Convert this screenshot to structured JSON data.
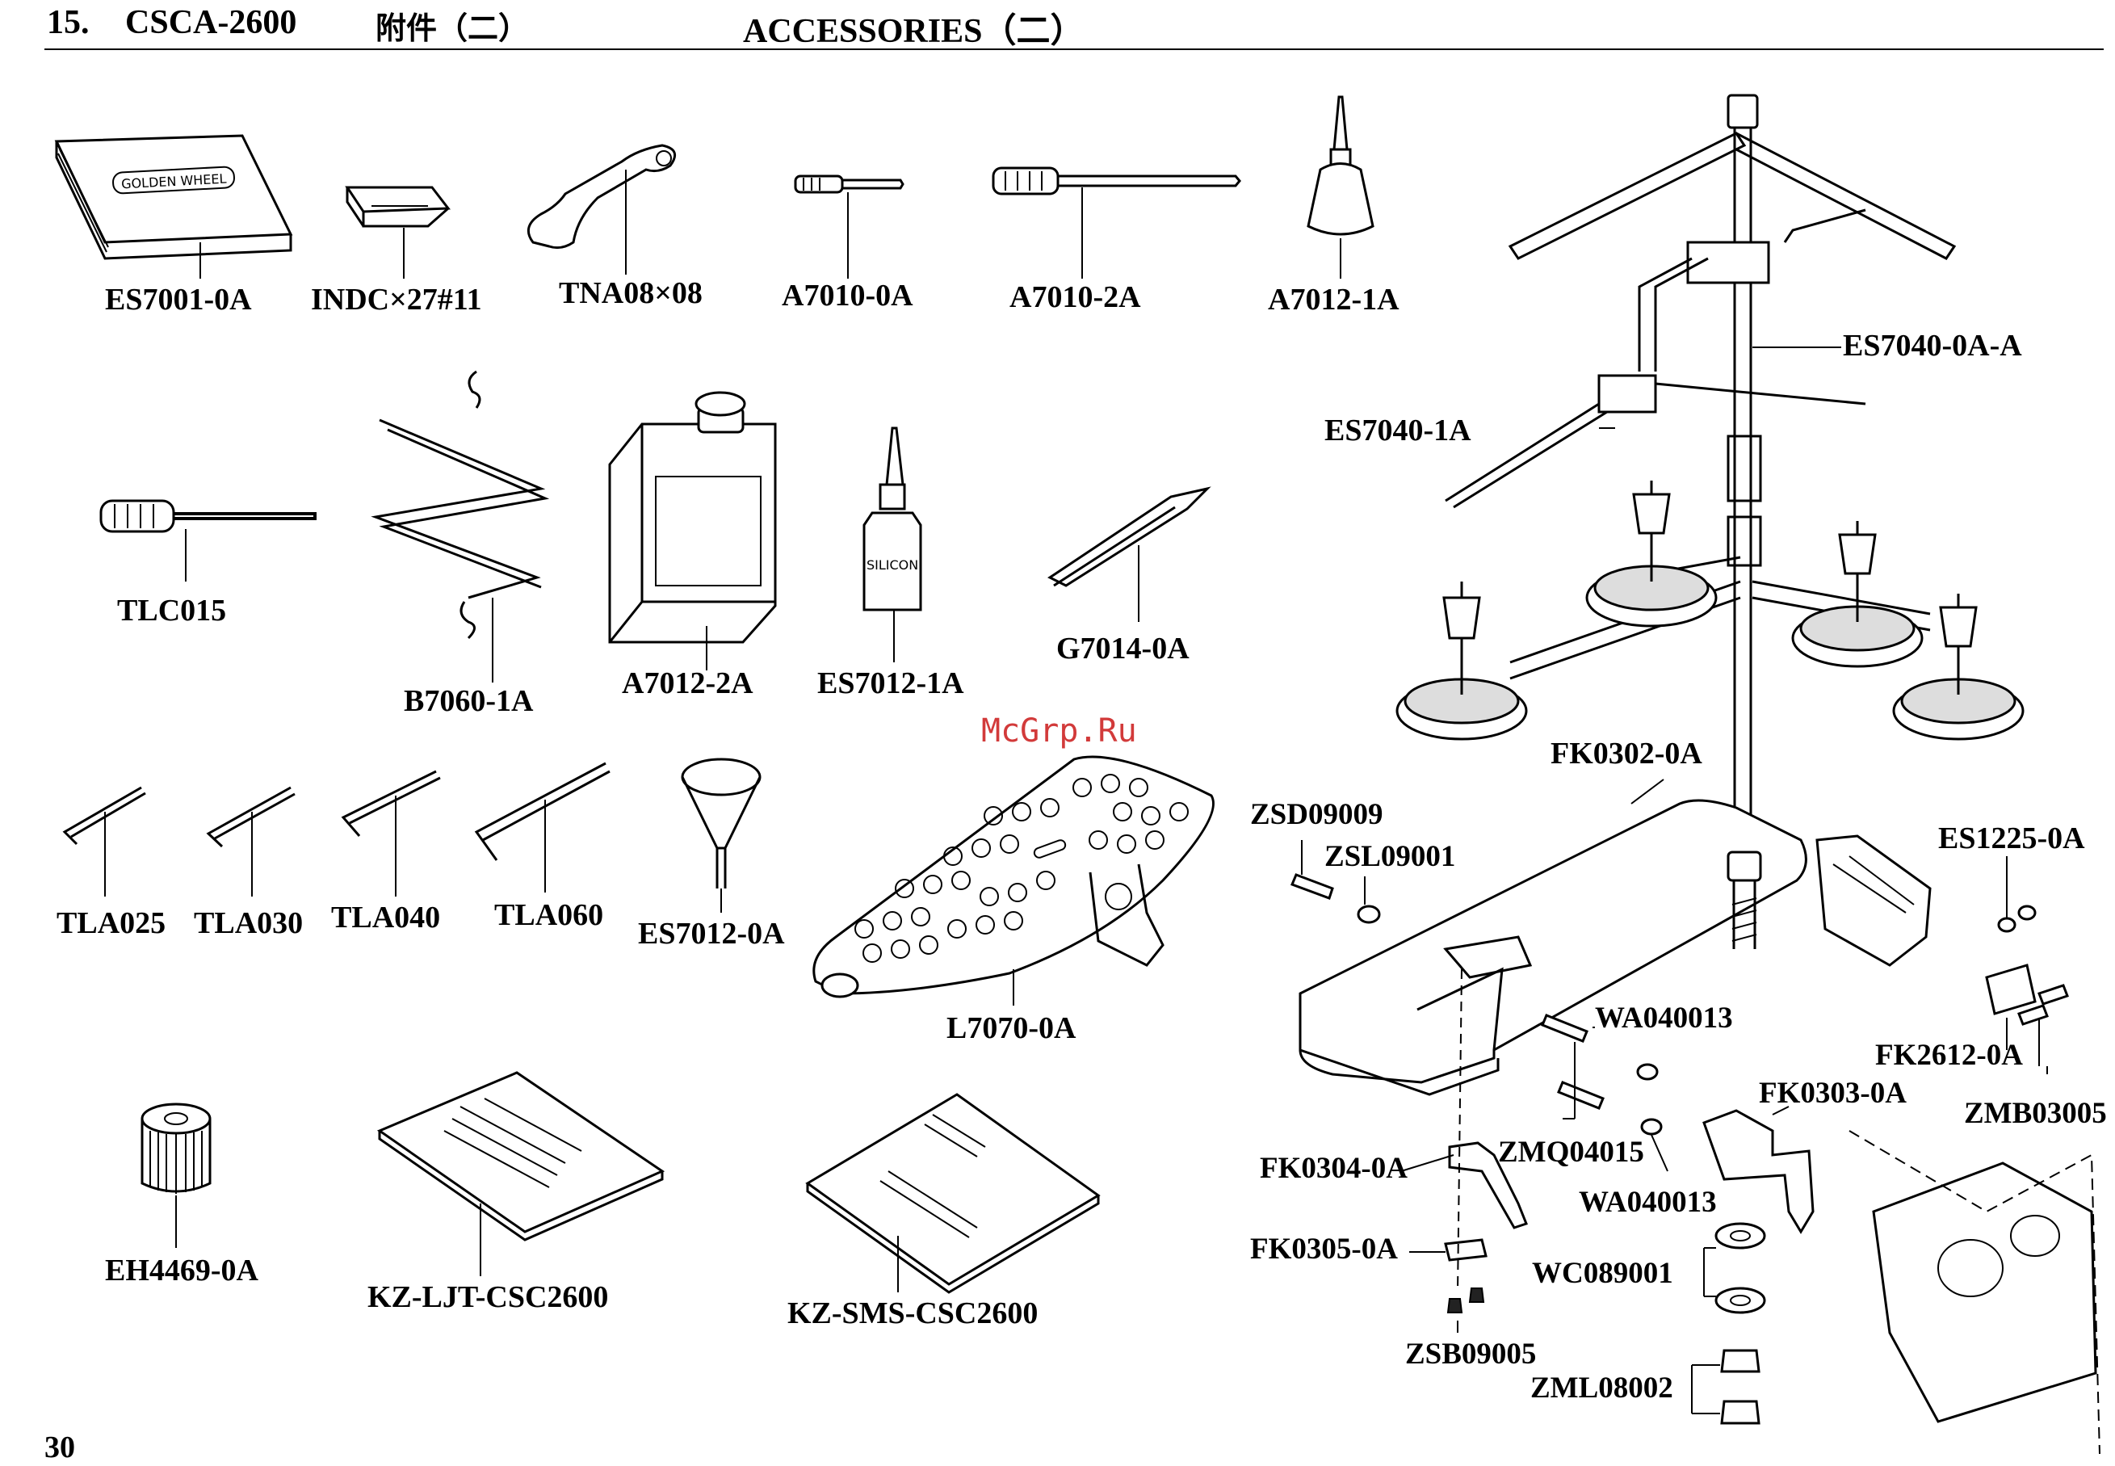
{
  "header": {
    "section": "15.",
    "model": "CSCA-2600",
    "title_cn": "附件（二）",
    "title_en": "ACCESSORIES（二）"
  },
  "watermark": "McGrp.Ru",
  "page_number": "30",
  "parts": {
    "manual_box": "ES7001-0A",
    "needle_case": "INDC×27#11",
    "wrench": "TNA08×08",
    "screwdriver_small": "A7010-0A",
    "screwdriver_large": "A7010-2A",
    "oiler_bottle": "A7012-1A",
    "thread_stand": "ES7040-0A-A",
    "thread_stand_arm": "ES7040-1A",
    "hex_driver": "TLC015",
    "spring": "B7060-1A",
    "oil_can": "A7012-2A",
    "silicon_bottle": "ES7012-1A",
    "tweezers": "G7014-0A",
    "hex_key_025": "TLA025",
    "hex_key_030": "TLA030",
    "hex_key_040": "TLA040",
    "hex_key_060": "TLA060",
    "funnel": "ES7012-0A",
    "foot_plate": "L7070-0A",
    "filter": "EH4469-0A",
    "parts_book": "KZ-LJT-CSC2600",
    "instruction_book": "KZ-SMS-CSC2600",
    "table_plate": "FK0302-0A",
    "screw_zsd": "ZSD09009",
    "washer_zsl": "ZSL09001",
    "part_es1225": "ES1225-0A",
    "washer_wa_1": "WA040013",
    "washer_wa_2": "WA040013",
    "screw_zmq": "ZMQ04015",
    "bracket_fk0303": "FK0303-0A",
    "bracket_fk2612": "FK2612-0A",
    "screw_zmb": "ZMB03005",
    "bracket_fk0304": "FK0304-0A",
    "plate_fk0305": "FK0305-0A",
    "washer_wc": "WC089001",
    "screw_zsb": "ZSB09005",
    "nut_zml": "ZML08002"
  },
  "item_text": {
    "manual_box_brand": "GOLDEN WHEEL",
    "silicon_label": "SILICON"
  }
}
